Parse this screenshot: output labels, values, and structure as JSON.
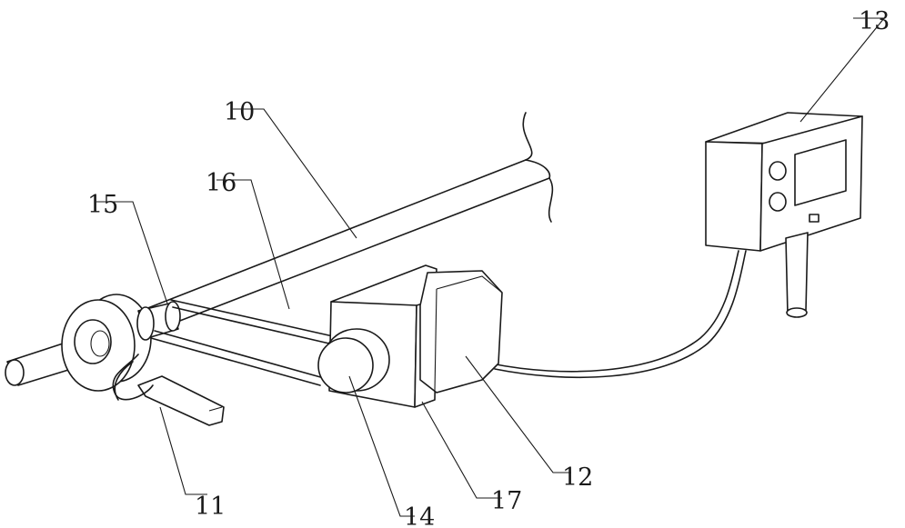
{
  "labels": {
    "rail": "10",
    "base": "11",
    "motor": "12",
    "control_box": "13",
    "motor_pulley": "14",
    "shaft_pulley": "15",
    "belt": "16",
    "bracket": "17"
  }
}
